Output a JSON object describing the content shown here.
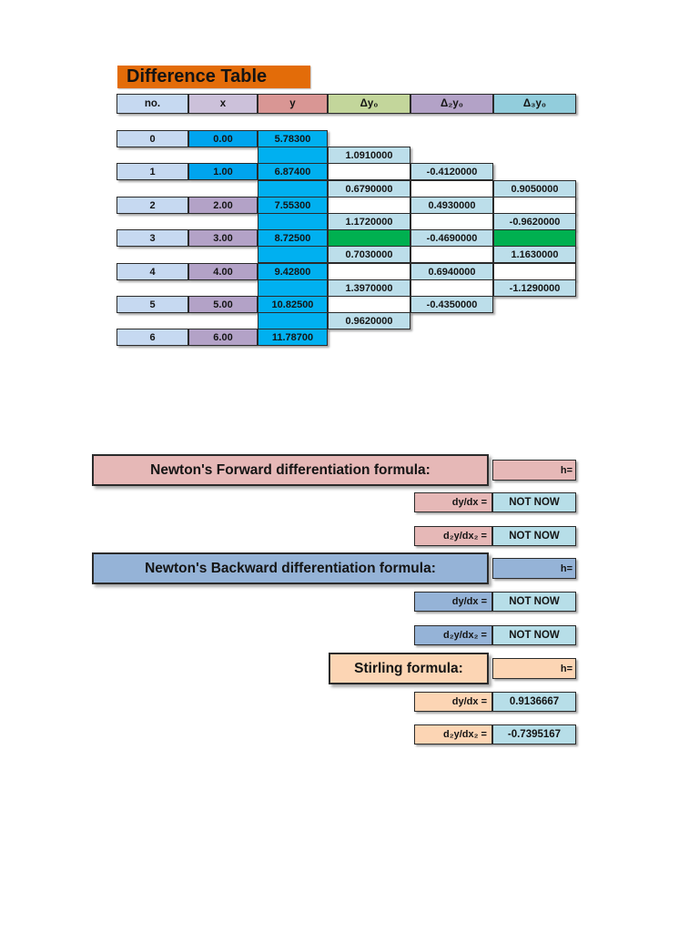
{
  "page_title": "Difference Table",
  "colors": {
    "title_bg": "#E36C09",
    "header_cells": [
      "#C6D9F1",
      "#CCC1DA",
      "#D99694",
      "#C3D69B",
      "#B3A2C7",
      "#92CDDC"
    ],
    "no_cell": "#C6D9F1",
    "x_bright_blue": "#00A4EE",
    "x_purple": "#B3A2C7",
    "y_blue": "#00B0F0",
    "diff_cell": "#BCDEEA",
    "green_cell": "#00B050",
    "white_cell": "#FFFFFF",
    "forward_theme": "#E6B8B7",
    "backward_theme": "#95B3D7",
    "stirling_theme": "#FCD5B4",
    "value_cell": "#B7DEE8"
  },
  "table": {
    "headers": [
      "no.",
      "x",
      "y",
      "Δy₀",
      "Δ₂y₀",
      "Δ₃y₀"
    ],
    "cells": [
      {
        "r": 0,
        "c": 0,
        "v": "0",
        "k": "no"
      },
      {
        "r": 0,
        "c": 1,
        "v": "0.00",
        "k": "xb"
      },
      {
        "r": 0,
        "c": 2,
        "v": "5.78300",
        "k": "y"
      },
      {
        "r": 1,
        "c": 2,
        "v": "",
        "k": "y"
      },
      {
        "r": 1,
        "c": 3,
        "v": "1.0910000",
        "k": "d"
      },
      {
        "r": 2,
        "c": 0,
        "v": "1",
        "k": "no"
      },
      {
        "r": 2,
        "c": 1,
        "v": "1.00",
        "k": "xb"
      },
      {
        "r": 2,
        "c": 2,
        "v": "6.87400",
        "k": "y"
      },
      {
        "r": 2,
        "c": 3,
        "v": "",
        "k": "w"
      },
      {
        "r": 2,
        "c": 4,
        "v": "-0.4120000",
        "k": "d"
      },
      {
        "r": 3,
        "c": 2,
        "v": "",
        "k": "y"
      },
      {
        "r": 3,
        "c": 3,
        "v": "0.6790000",
        "k": "d"
      },
      {
        "r": 3,
        "c": 4,
        "v": "",
        "k": "w"
      },
      {
        "r": 3,
        "c": 5,
        "v": "0.9050000",
        "k": "d"
      },
      {
        "r": 4,
        "c": 0,
        "v": "2",
        "k": "no"
      },
      {
        "r": 4,
        "c": 1,
        "v": "2.00",
        "k": "xp"
      },
      {
        "r": 4,
        "c": 2,
        "v": "7.55300",
        "k": "y"
      },
      {
        "r": 4,
        "c": 3,
        "v": "",
        "k": "w"
      },
      {
        "r": 4,
        "c": 4,
        "v": "0.4930000",
        "k": "d"
      },
      {
        "r": 4,
        "c": 5,
        "v": "",
        "k": "w"
      },
      {
        "r": 5,
        "c": 2,
        "v": "",
        "k": "y"
      },
      {
        "r": 5,
        "c": 3,
        "v": "1.1720000",
        "k": "d"
      },
      {
        "r": 5,
        "c": 4,
        "v": "",
        "k": "w"
      },
      {
        "r": 5,
        "c": 5,
        "v": "-0.9620000",
        "k": "d"
      },
      {
        "r": 6,
        "c": 0,
        "v": "3",
        "k": "no"
      },
      {
        "r": 6,
        "c": 1,
        "v": "3.00",
        "k": "xp"
      },
      {
        "r": 6,
        "c": 2,
        "v": "8.72500",
        "k": "y"
      },
      {
        "r": 6,
        "c": 3,
        "v": "",
        "k": "g"
      },
      {
        "r": 6,
        "c": 4,
        "v": "-0.4690000",
        "k": "d"
      },
      {
        "r": 6,
        "c": 5,
        "v": "",
        "k": "g"
      },
      {
        "r": 7,
        "c": 2,
        "v": "",
        "k": "y"
      },
      {
        "r": 7,
        "c": 3,
        "v": "0.7030000",
        "k": "d"
      },
      {
        "r": 7,
        "c": 4,
        "v": "",
        "k": "w"
      },
      {
        "r": 7,
        "c": 5,
        "v": "1.1630000",
        "k": "d"
      },
      {
        "r": 8,
        "c": 0,
        "v": "4",
        "k": "no"
      },
      {
        "r": 8,
        "c": 1,
        "v": "4.00",
        "k": "xp"
      },
      {
        "r": 8,
        "c": 2,
        "v": "9.42800",
        "k": "y"
      },
      {
        "r": 8,
        "c": 3,
        "v": "",
        "k": "w"
      },
      {
        "r": 8,
        "c": 4,
        "v": "0.6940000",
        "k": "d"
      },
      {
        "r": 8,
        "c": 5,
        "v": "",
        "k": "w"
      },
      {
        "r": 9,
        "c": 2,
        "v": "",
        "k": "y"
      },
      {
        "r": 9,
        "c": 3,
        "v": "1.3970000",
        "k": "d"
      },
      {
        "r": 9,
        "c": 4,
        "v": "",
        "k": "w"
      },
      {
        "r": 9,
        "c": 5,
        "v": "-1.1290000",
        "k": "d"
      },
      {
        "r": 10,
        "c": 0,
        "v": "5",
        "k": "no"
      },
      {
        "r": 10,
        "c": 1,
        "v": "5.00",
        "k": "xp"
      },
      {
        "r": 10,
        "c": 2,
        "v": "10.82500",
        "k": "y"
      },
      {
        "r": 10,
        "c": 3,
        "v": "",
        "k": "w"
      },
      {
        "r": 10,
        "c": 4,
        "v": "-0.4350000",
        "k": "d"
      },
      {
        "r": 11,
        "c": 2,
        "v": "",
        "k": "y"
      },
      {
        "r": 11,
        "c": 3,
        "v": "0.9620000",
        "k": "d"
      },
      {
        "r": 12,
        "c": 0,
        "v": "6",
        "k": "no"
      },
      {
        "r": 12,
        "c": 1,
        "v": "6.00",
        "k": "xp"
      },
      {
        "r": 12,
        "c": 2,
        "v": "11.78700",
        "k": "y"
      }
    ]
  },
  "sections": [
    {
      "title": "Newton's Forward differentiation formula:",
      "h_label": "h=",
      "rows": [
        {
          "label": "dy/dx =",
          "value": "NOT NOW"
        },
        {
          "label": "d₂y/dx₂ =",
          "value": "NOT NOW"
        }
      ]
    },
    {
      "title": "Newton's Backward differentiation formula:",
      "h_label": "h=",
      "rows": [
        {
          "label": "dy/dx =",
          "value": "NOT NOW"
        },
        {
          "label": "d₂y/dx₂ =",
          "value": "NOT NOW"
        }
      ]
    },
    {
      "title": "Stirling formula:",
      "h_label": "h=",
      "rows": [
        {
          "label": "dy/dx =",
          "value": "0.9136667"
        },
        {
          "label": "d₂y/dx₂ =",
          "value": "-0.7395167"
        }
      ]
    }
  ]
}
